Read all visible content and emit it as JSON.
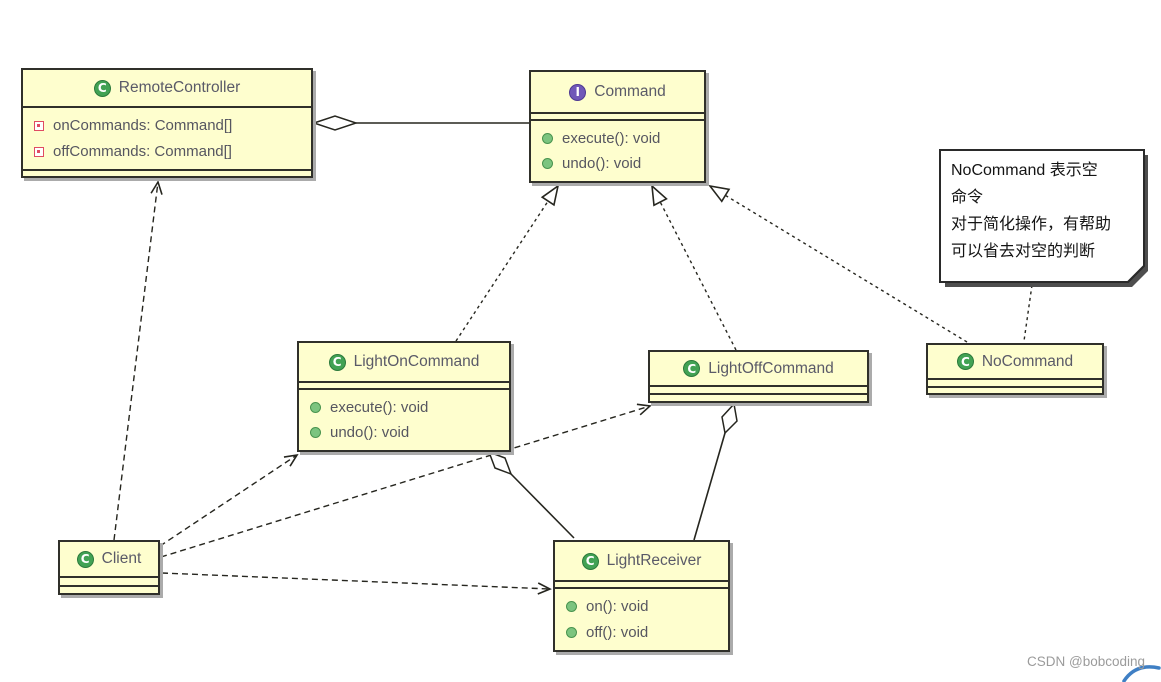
{
  "icons": {
    "class_letter": "C",
    "interface_letter": "I"
  },
  "classes": {
    "remote": {
      "name": "RemoteController",
      "fields": [
        "onCommands: Command[]",
        "offCommands: Command[]"
      ]
    },
    "command": {
      "name": "Command",
      "methods": [
        "execute(): void",
        "undo(): void"
      ]
    },
    "light_on": {
      "name": "LightOnCommand",
      "methods": [
        "execute(): void",
        "undo(): void"
      ]
    },
    "light_off": {
      "name": "LightOffCommand"
    },
    "no_command": {
      "name": "NoCommand"
    },
    "client": {
      "name": "Client"
    },
    "receiver": {
      "name": "LightReceiver",
      "methods": [
        "on(): void",
        "off(): void"
      ]
    }
  },
  "note": {
    "lines": [
      "NoCommand 表示空",
      "命令",
      "对于简化操作，有帮助",
      "可以省去对空的判断"
    ]
  },
  "relationships": [
    {
      "from": "RemoteController",
      "to": "Command",
      "type": "aggregation"
    },
    {
      "from": "LightOnCommand",
      "to": "Command",
      "type": "realization"
    },
    {
      "from": "LightOffCommand",
      "to": "Command",
      "type": "realization"
    },
    {
      "from": "NoCommand",
      "to": "Command",
      "type": "realization"
    },
    {
      "from": "Client",
      "to": "RemoteController",
      "type": "dependency"
    },
    {
      "from": "Client",
      "to": "LightOnCommand",
      "type": "dependency"
    },
    {
      "from": "Client",
      "to": "LightOffCommand",
      "type": "dependency"
    },
    {
      "from": "Client",
      "to": "LightReceiver",
      "type": "dependency"
    },
    {
      "from": "LightOnCommand",
      "to": "LightReceiver",
      "type": "aggregation"
    },
    {
      "from": "LightOffCommand",
      "to": "LightReceiver",
      "type": "aggregation"
    },
    {
      "from": "note",
      "to": "NoCommand",
      "type": "note-link"
    }
  ],
  "colors": {
    "box_fill": "#fefece",
    "box_border": "#30302a",
    "line": "#26261f",
    "class_icon": "#42a254",
    "interface_icon": "#7058b8",
    "method_icon": "#7cc47f",
    "field_icon": "#e04b63",
    "note_fill": "#ffffff",
    "watermark": "#9b9b9b",
    "csdn_arc": "#3f7fc4"
  },
  "watermark": "CSDN @bobcoding"
}
